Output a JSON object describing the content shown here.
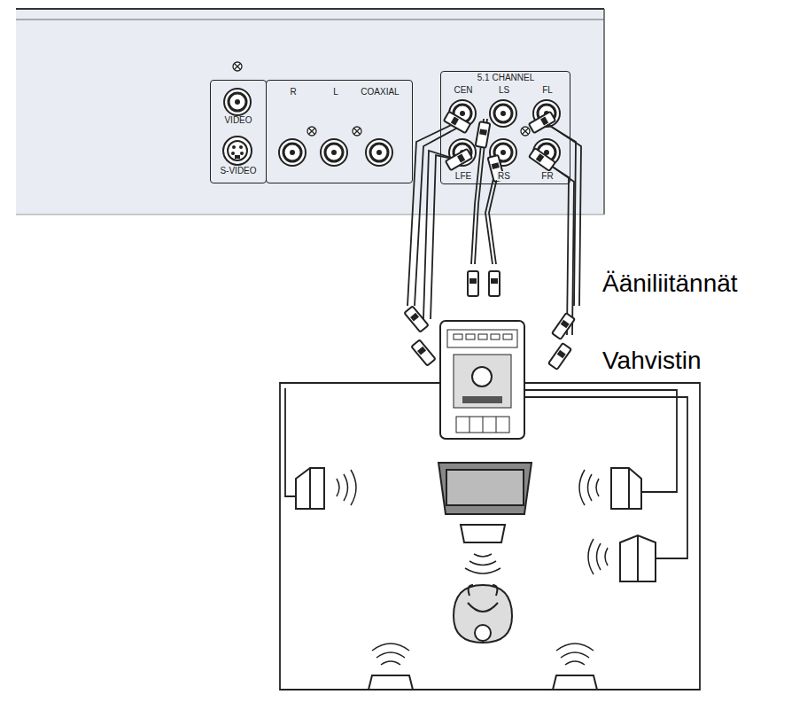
{
  "diagram": {
    "nodes": [
      {
        "text": [
          "VIDEO",
          "S-VIDEO"
        ]
      },
      {
        "text": [
          "R",
          "L",
          "COAXIAL"
        ]
      },
      {
        "text": [
          "5.1 CHANNEL",
          "CEN",
          "LS",
          "FL",
          "LFE",
          "RS",
          "FR"
        ]
      }
    ],
    "labels": [
      "Ääniliitännät",
      "Vahvistin"
    ]
  }
}
